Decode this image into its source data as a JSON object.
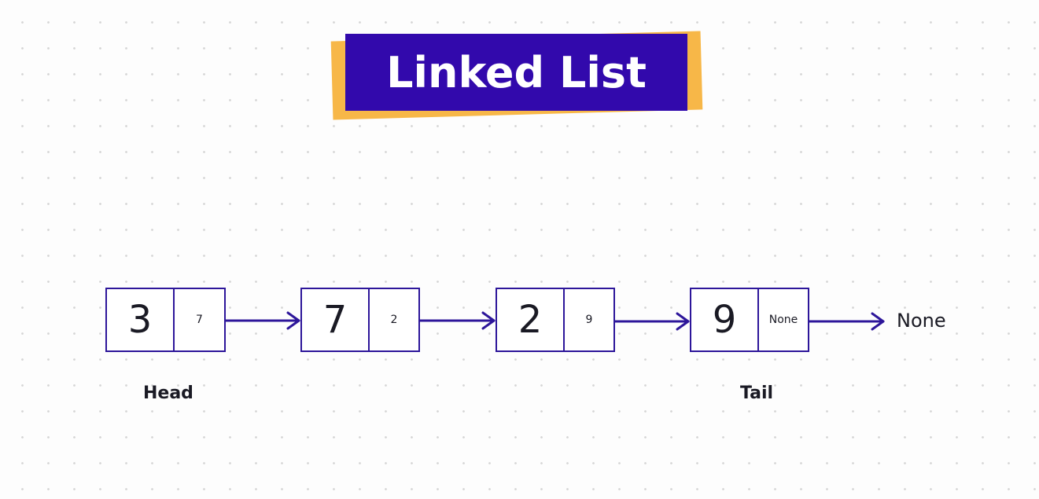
{
  "title": "Linked List",
  "nodes": [
    {
      "value": "3",
      "next": "7"
    },
    {
      "value": "7",
      "next": "2"
    },
    {
      "value": "2",
      "next": "9"
    },
    {
      "value": "9",
      "next": "None"
    }
  ],
  "terminal": "None",
  "labels": {
    "head": "Head",
    "tail": "Tail"
  },
  "colors": {
    "title_background": "#3209ac",
    "title_accent": "#f7b748",
    "node_border": "#2d169a",
    "arrow": "#2d169a"
  },
  "icons": {
    "arrow": "arrow-right-icon"
  }
}
